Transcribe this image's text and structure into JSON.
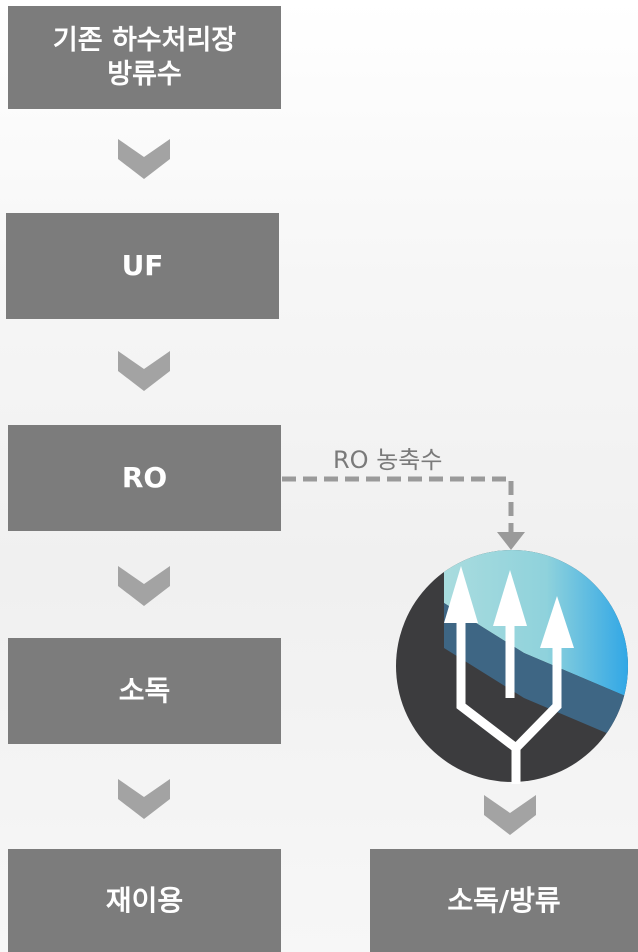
{
  "steps": {
    "source": {
      "line1": "기존 하수처리장",
      "line2": "방류수"
    },
    "uf": "UF",
    "ro": "RO",
    "disinfection": "소독",
    "reuse": "재이용",
    "discharge": "소독/방류"
  },
  "connector": {
    "label": "RO 농축수"
  },
  "logo": {
    "icon": "trident-icon"
  },
  "colors": {
    "box": "#7c7c7c",
    "box_text": "#ffffff",
    "arrow": "#a3a3a3",
    "dashed": "#9a9a9a",
    "logo_dark": "#3c3c3e",
    "logo_light": "#9dd7dc",
    "logo_blue": "#3ea9e3"
  }
}
